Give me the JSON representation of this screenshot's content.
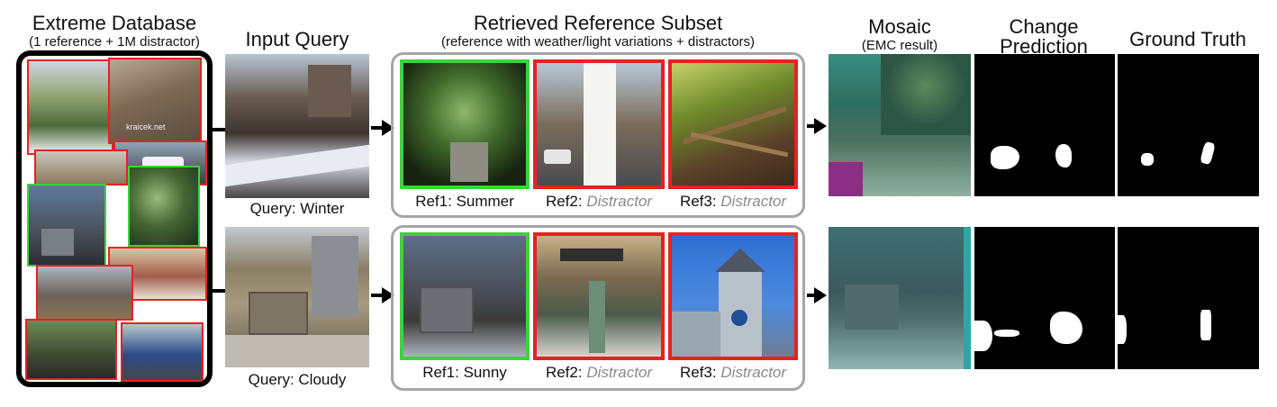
{
  "columns": {
    "database_title": "Extreme Database",
    "database_subtitle": "(1 reference + 1M distractor)",
    "query_title": "Input Query",
    "retrieved_title": "Retrieved Reference Subset",
    "retrieved_subtitle": "(reference with weather/light variations + distractors)",
    "mosaic_title": "Mosaic",
    "mosaic_subtitle": "(EMC result)",
    "change_title_line1": "Change",
    "change_title_line2": "Prediction",
    "gt_title": "Ground Truth"
  },
  "rows": [
    {
      "query_caption": "Query: Winter",
      "refs": [
        {
          "prefix": "Ref1:",
          "label": "Summer",
          "kind": "reference"
        },
        {
          "prefix": "Ref2:",
          "label": "Distractor",
          "kind": "distractor"
        },
        {
          "prefix": "Ref3:",
          "label": "Distractor",
          "kind": "distractor"
        }
      ]
    },
    {
      "query_caption": "Query: Cloudy",
      "refs": [
        {
          "prefix": "Ref1:",
          "label": "Sunny",
          "kind": "reference"
        },
        {
          "prefix": "Ref2:",
          "label": "Distractor",
          "kind": "distractor"
        },
        {
          "prefix": "Ref3:",
          "label": "Distractor",
          "kind": "distractor"
        }
      ]
    }
  ],
  "watermark_text": "kraicek.net",
  "colors": {
    "reference_frame": "#3ed23e",
    "distractor_frame": "#e52222",
    "panel_border": "#a6a6a6",
    "distractor_text": "#8a8a8a"
  }
}
